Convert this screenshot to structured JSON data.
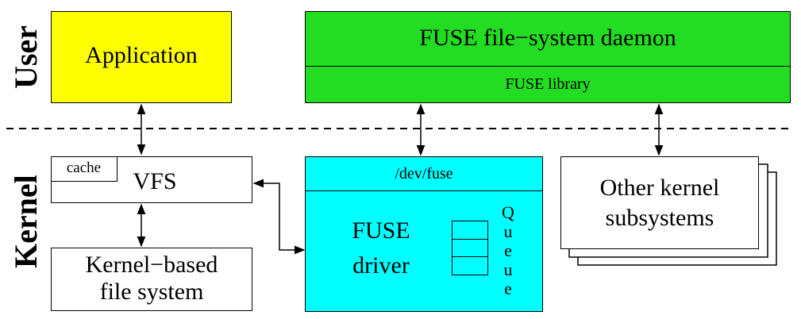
{
  "regions": {
    "user": "User",
    "kernel": "Kernel"
  },
  "boxes": {
    "application": "Application",
    "fuse_daemon": "FUSE file−system daemon",
    "fuse_library": "FUSE library",
    "vfs": "VFS",
    "cache": "cache",
    "kernel_fs_line1": "Kernel−based",
    "kernel_fs_line2": "file system",
    "dev_fuse": "/dev/fuse",
    "fuse_driver_line1": "FUSE",
    "fuse_driver_line2": "driver",
    "queue_letters": [
      "Q",
      "u",
      "e",
      "u",
      "e"
    ],
    "other_line1": "Other kernel",
    "other_line2": "subsystems"
  },
  "colors": {
    "application": "#ffff00",
    "fuse_daemon": "#22dd22",
    "fuse_driver": "#00ffff",
    "white": "#ffffff"
  }
}
